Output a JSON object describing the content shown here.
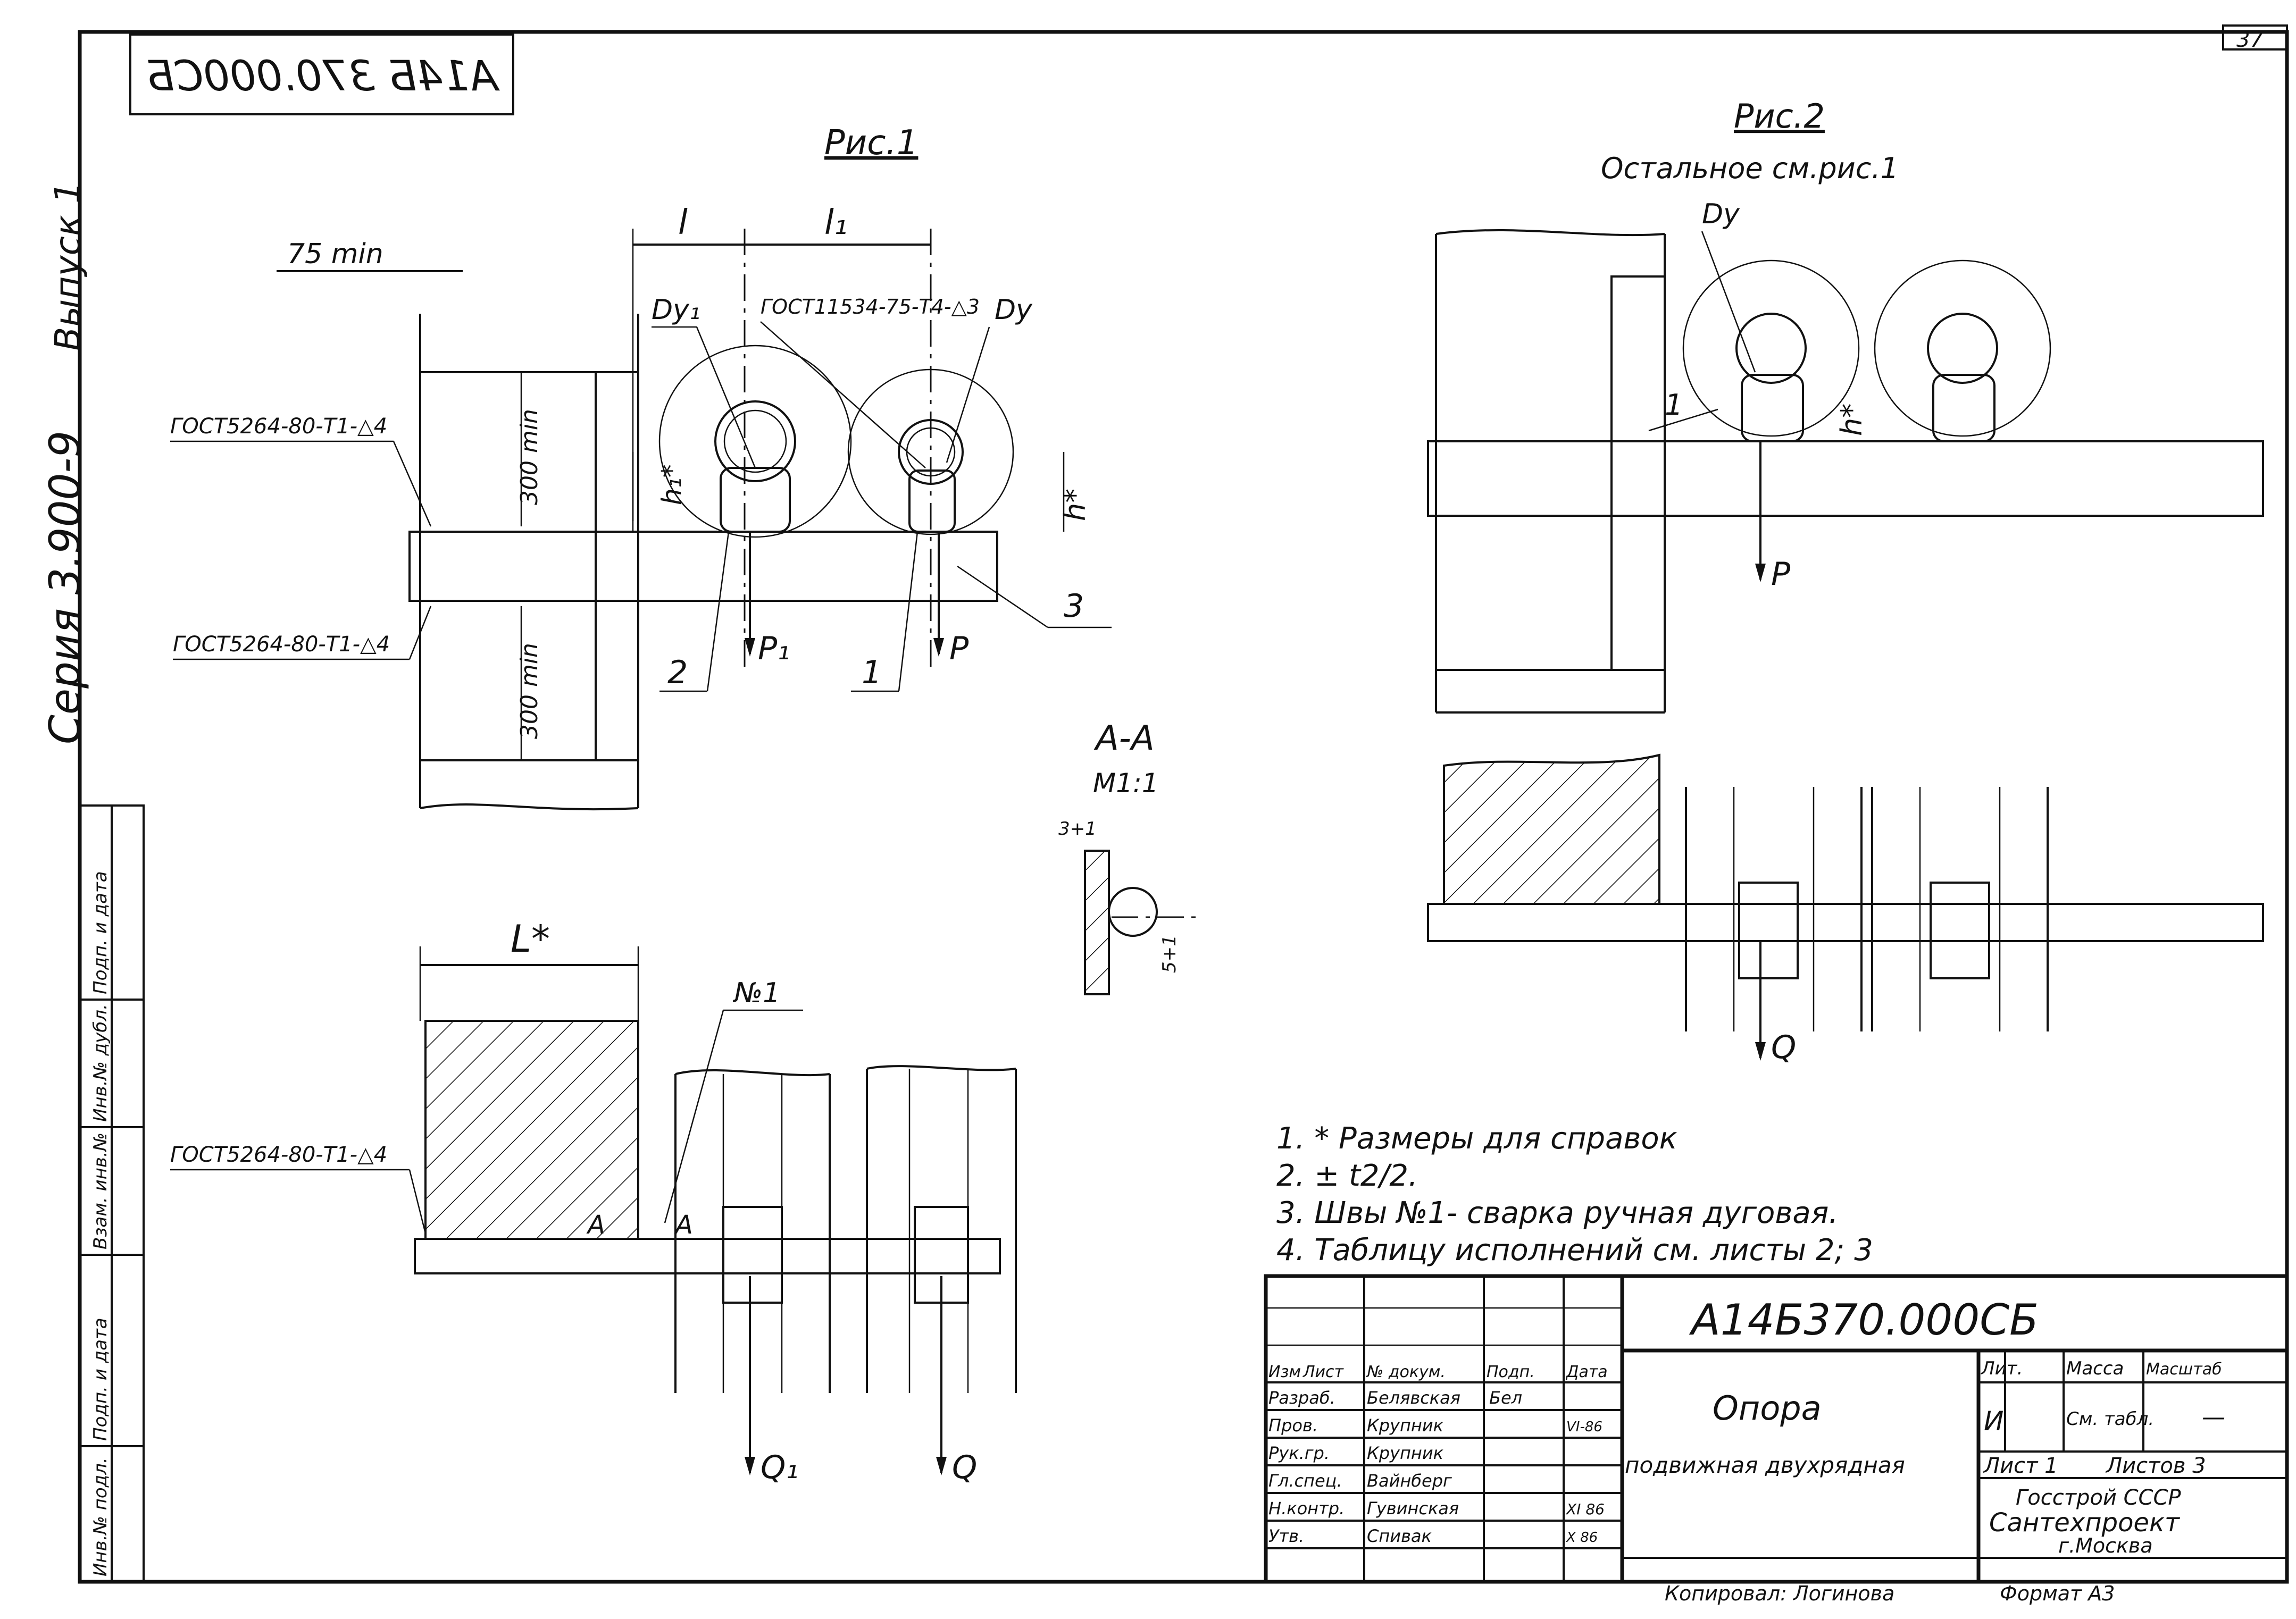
{
  "sheet": {
    "number": "37",
    "stamp_code": "А14Б 370.000СБ",
    "series": "Серия 3.900-9",
    "issue": "Выпуск 1"
  },
  "fig1": {
    "title": "Рис.1",
    "dim_75": "75 min",
    "dim_l": "l",
    "dim_l1": "l₁",
    "dy1": "Dy₁",
    "dy": "Dy",
    "gost_11534": "ГОСТ11534-75-Т4-△3",
    "gost_top": "ГОСТ5264-80-Т1-△4",
    "gost_bottom": "ГОСТ5264-80-Т1-△4",
    "dim_300_top": "300 min",
    "dim_300_bottom": "300 min",
    "h1": "h₁*",
    "h": "h*",
    "callout_2": "2",
    "callout_1": "1",
    "callout_3": "3",
    "p1": "P₁",
    "p": "P"
  },
  "fig1_plan": {
    "dim_L": "L*",
    "weld_no": "№1",
    "gost": "ГОСТ5264-80-Т1-△4",
    "section_mark_left": "А",
    "section_mark_right": "А",
    "q1": "Q₁",
    "q": "Q"
  },
  "section_aa": {
    "title": "А-А",
    "scale": "М1:1",
    "dim_3": "3+1",
    "dim_5": "5+1"
  },
  "fig2": {
    "title": "Рис.2",
    "subtitle": "Остальное см.рис.1",
    "dy": "Dy",
    "h": "h*",
    "callout_1": "1",
    "p": "P",
    "q": "Q"
  },
  "notes": [
    "1. * Размеры для справок",
    "2. ± t2/2.",
    "3. Швы №1- сварка ручная дуговая.",
    "4. Таблицу исполнений см. листы 2; 3"
  ],
  "title_block": {
    "code": "А14Б370.000СБ",
    "name": "Опора",
    "name_sub": "подвижная двухрядная",
    "header_cols": [
      "Изм",
      "Лист",
      "№ докум.",
      "Подп.",
      "Дата"
    ],
    "rows": [
      {
        "role": "Разраб.",
        "name": "Белявская",
        "sign": "Бел",
        "date": ""
      },
      {
        "role": "Пров.",
        "name": "Крупник",
        "sign": "",
        "date": "VI-86"
      },
      {
        "role": "Рук.гр.",
        "name": "Крупник",
        "sign": "",
        "date": ""
      },
      {
        "role": "Гл.спец.",
        "name": "Вайнберг",
        "sign": "",
        "date": ""
      },
      {
        "role": "Н.контр.",
        "name": "Гувинская",
        "sign": "",
        "date": "XI 86"
      },
      {
        "role": "Утв.",
        "name": "Спивак",
        "sign": "",
        "date": "X 86"
      }
    ],
    "lit_label": "Лит.",
    "mass_label": "Масса",
    "scale_label": "Масштаб",
    "lit_value": "И",
    "mass_value": "См. табл.",
    "scale_value": "—",
    "sheet_label": "Лист 1",
    "sheets_label": "Листов 3",
    "org_1": "Госстрой СССР",
    "org_2": "Сантехпроект",
    "org_3": "г.Москва",
    "copied": "Копировал: Логинова",
    "format": "Формат А3"
  },
  "left_strip": [
    "Инв.№ подл.",
    "Подп. и дата",
    "Взам. инв.№",
    "Инв.№ дубл.",
    "Подп. и дата"
  ]
}
